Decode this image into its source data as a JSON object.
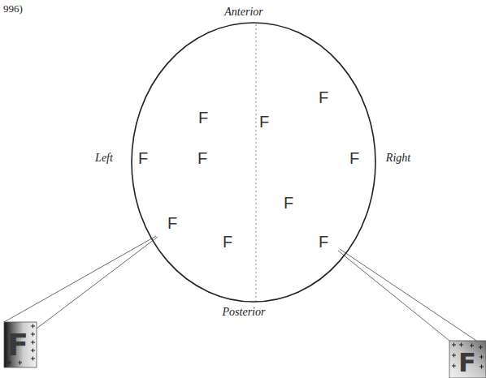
{
  "diagram": {
    "labels": [
      "996)",
      "Anterior",
      "F",
      "F",
      "F",
      "Left",
      "F",
      "F",
      "F",
      "Right",
      "F",
      "F",
      "F",
      "F",
      "Posterior",
      "F",
      "F"
    ]
  }
}
